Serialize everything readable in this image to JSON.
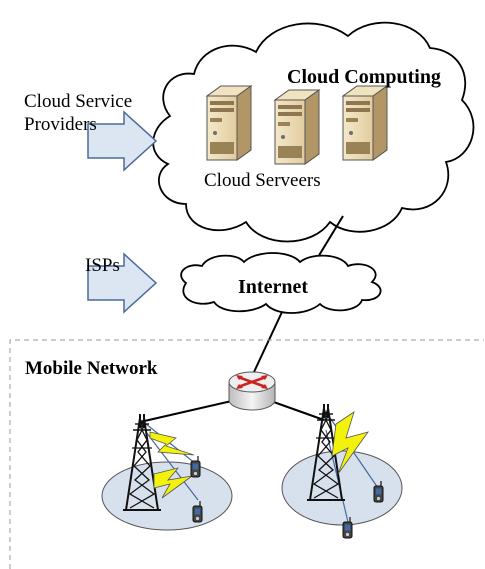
{
  "labels": {
    "cloud_service_providers_line1": "Cloud Service",
    "cloud_service_providers_line2": "Providers",
    "cloud_computing": "Cloud Computing",
    "cloud_servers": "Cloud Serveers",
    "isps": "ISPs",
    "internet": "Internet",
    "mobile_network": "Mobile Network"
  },
  "colors": {
    "arrow_fill": "#dce6f2",
    "arrow_stroke": "#4a6a98",
    "server_body": "#e9d7ad",
    "server_dark": "#a3875e",
    "router_body": "#dcdcdc",
    "router_arrows": "#cc2222",
    "cell_area": "#d7e1ee",
    "lightning": "#f2f20c",
    "phone_screen": "#3e6aa8"
  },
  "icons": [
    "right-arrow-icon",
    "cloud-shape-icon",
    "server-icon",
    "router-icon",
    "cell-tower-icon",
    "mobile-phone-icon",
    "lightning-icon"
  ]
}
